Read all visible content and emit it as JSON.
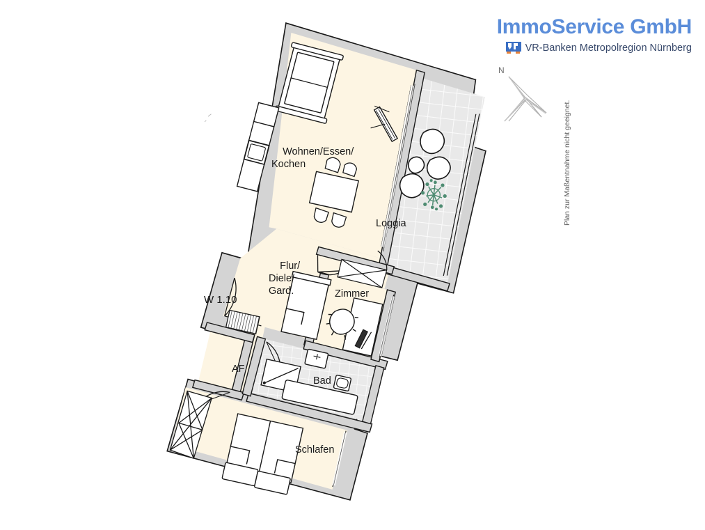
{
  "document": {
    "type": "floor-plan",
    "unit_label": "W 1.10",
    "disclaimer": "Plan zur Maßentnahme nicht geeignet."
  },
  "brand": {
    "title": "ImmoService GmbH",
    "subtitle": "VR-Banken Metropolregion Nürnberg",
    "logo_icon": "vr-banken-logo-icon",
    "color_primary": "#5B8DD9",
    "color_subtitle": "#38496B",
    "color_logo_accent": "#E8833A"
  },
  "compass": {
    "north_label": "N",
    "icon": "compass-rose-icon"
  },
  "rooms": [
    {
      "id": "wohnen",
      "name": "Wohnen/Essen/\nKochen",
      "line1": "Wohnen/Essen/",
      "line2": "Kochen",
      "fill": "#FDF5E3"
    },
    {
      "id": "loggia",
      "name": "Loggia",
      "fill": "#E9E9E9"
    },
    {
      "id": "flur",
      "name": "Flur/\nDiele/\nGard.",
      "line1": "Flur/",
      "line2": "Diele/",
      "line3": "Gard.",
      "fill": "#FDF5E3"
    },
    {
      "id": "zimmer",
      "name": "Zimmer",
      "fill": "#FDF5E3"
    },
    {
      "id": "bad",
      "name": "Bad",
      "fill": "#E9E9E9"
    },
    {
      "id": "af",
      "name": "AF",
      "fill": "#FDF5E3"
    },
    {
      "id": "schlafen",
      "name": "Schlafen",
      "fill": "#FDF5E3"
    }
  ],
  "colors": {
    "room_fill": "#FDF5E3",
    "tiled_fill": "#E9E9E9",
    "wall_fill": "#D4D4D4",
    "wall_stroke": "#1a1a1a",
    "furniture_stroke": "#1a1a1a",
    "plant_green": "#4E8C72",
    "page_background": "#FFFFFF"
  },
  "plan_geometry": {
    "rotation_deg": 6.5,
    "description": "Two-bedroom apartment: open living/dining/kitchen at top, loggia balcony right, hallway centre, bedroom and bath lower left"
  }
}
